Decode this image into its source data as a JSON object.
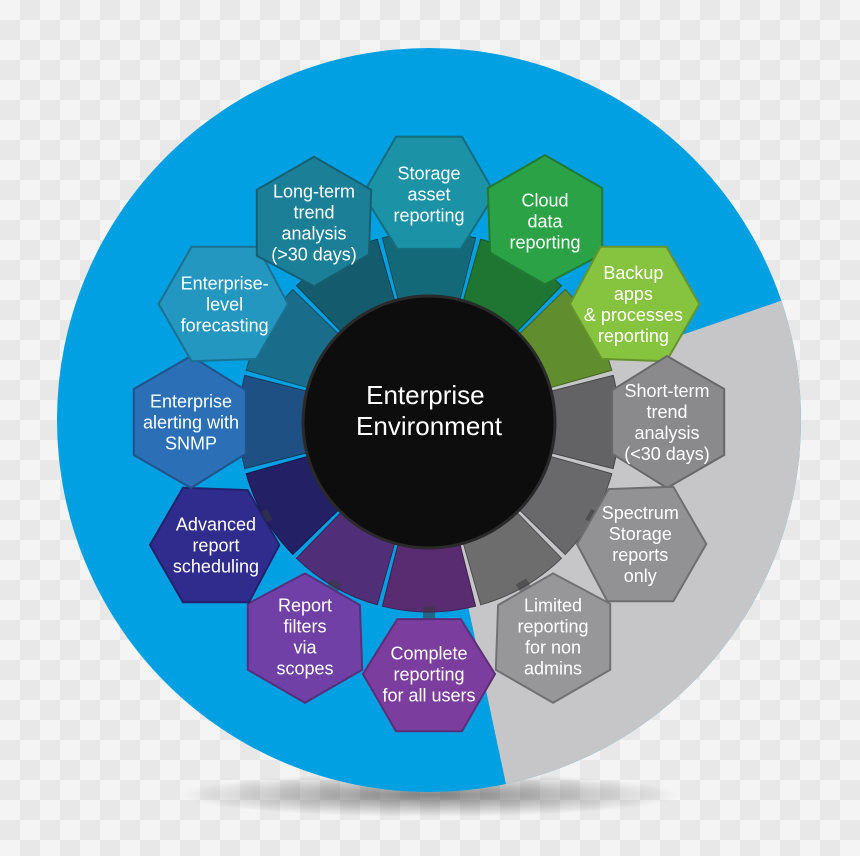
{
  "center": {
    "lines": [
      "Enterprise",
      "Environment"
    ]
  },
  "colors": {
    "outer_blue": "#00a0e3",
    "outer_gray": "#c6c6c8",
    "center": "#0d0d0d",
    "teal": "#1b8ea0",
    "green": "#2ea84a",
    "lime": "#8cc63e",
    "blue": "#2a7fc0",
    "navy": "#2d2a8c",
    "purple": "#7a3fa0",
    "gray": "#8c8c8e"
  },
  "segments": [
    {
      "id": "storage-asset-reporting",
      "lines": [
        "Storage",
        "asset",
        "reporting"
      ],
      "color": "#1b92a6"
    },
    {
      "id": "cloud-data-reporting",
      "lines": [
        "Cloud",
        "data",
        "reporting"
      ],
      "color": "#2ba245"
    },
    {
      "id": "backup-apps-reporting",
      "lines": [
        "Backup",
        "apps",
        "& processes",
        "reporting"
      ],
      "color": "#86c43f"
    },
    {
      "id": "short-term-trend-analysis",
      "lines": [
        "Short-term",
        "trend",
        "analysis",
        "(<30 days)"
      ],
      "color": "#8a8a8c"
    },
    {
      "id": "spectrum-storage-reports",
      "lines": [
        "Spectrum",
        "Storage",
        "reports",
        "only"
      ],
      "color": "#929294"
    },
    {
      "id": "limited-reporting",
      "lines": [
        "Limited",
        "reporting",
        "for non",
        "admins"
      ],
      "color": "#979799"
    },
    {
      "id": "complete-reporting",
      "lines": [
        "Complete",
        "reporting",
        "for all users"
      ],
      "color": "#7b3d9e"
    },
    {
      "id": "report-filters-via-scopes",
      "lines": [
        "Report",
        "filters",
        "via",
        "scopes"
      ],
      "color": "#7040a6"
    },
    {
      "id": "advanced-report-scheduling",
      "lines": [
        "Advanced",
        "report",
        "scheduling"
      ],
      "color": "#302c8e"
    },
    {
      "id": "enterprise-alerting-snmp",
      "lines": [
        "Enterprise",
        "alerting with",
        "SNMP"
      ],
      "color": "#2b6fb6"
    },
    {
      "id": "enterprise-level-forecasting",
      "lines": [
        "Enterprise-",
        "level",
        "forecasting"
      ],
      "color": "#2497c0"
    },
    {
      "id": "long-term-trend-analysis",
      "lines": [
        "Long-term",
        "trend",
        "analysis",
        "(>30 days)"
      ],
      "color": "#1c7f98"
    }
  ]
}
